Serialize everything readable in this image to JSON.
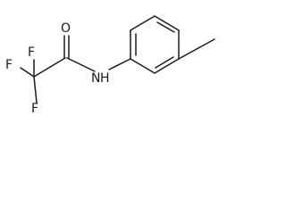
{
  "molecule": {
    "atoms": {
      "f1": "F",
      "f2": "F",
      "f3": "F",
      "o": "O",
      "n": "N",
      "h": "H"
    }
  }
}
